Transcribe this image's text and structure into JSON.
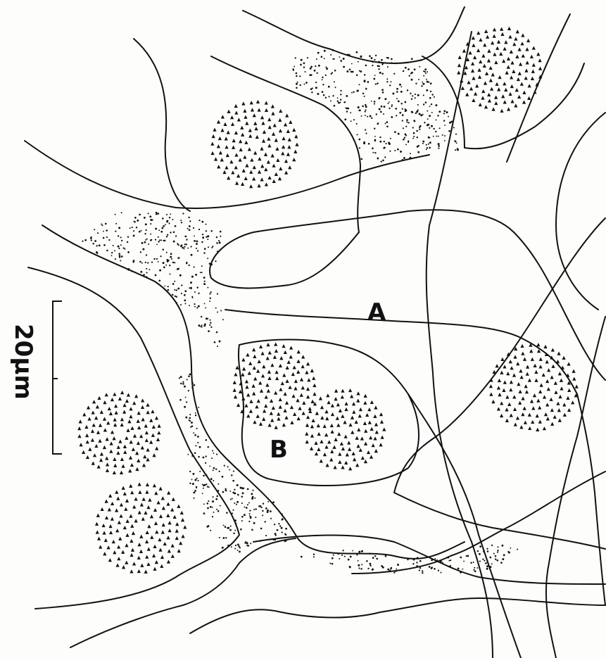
{
  "labels": {
    "region_a": "A",
    "region_b": "B"
  },
  "scale_bar": {
    "text": "20µm"
  },
  "colors": {
    "ink": "#111111",
    "paper": "#fdfdfb"
  }
}
